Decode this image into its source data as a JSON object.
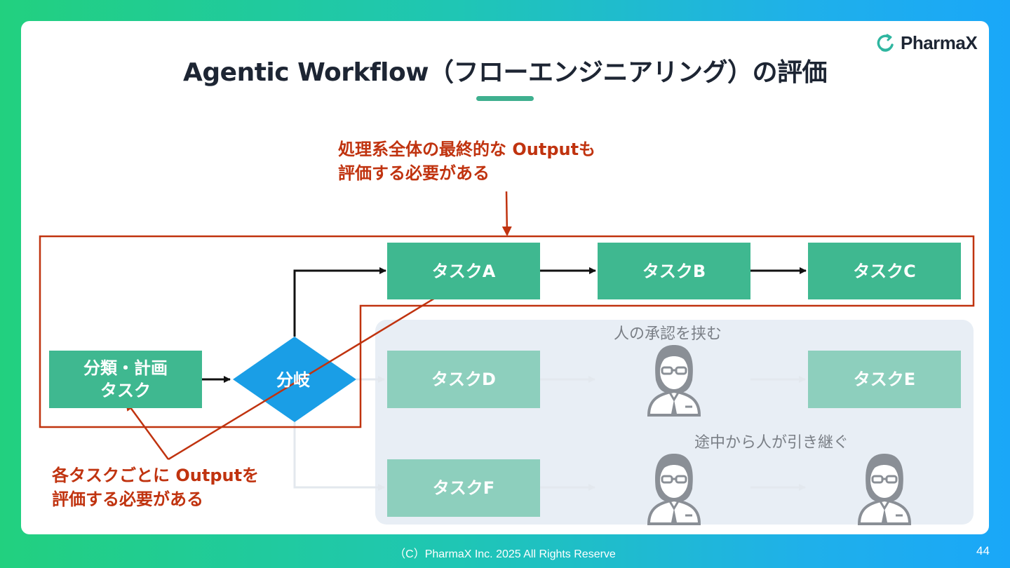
{
  "slide": {
    "title": "Agentic Workflow（フローエンジニアリング）の評価",
    "logo_text": "PharmaX",
    "footer": "（C）PharmaX Inc. 2025  All Rights Reserve",
    "page_number": "44"
  },
  "colors": {
    "task_green": "#3fb890",
    "task_faded": "#8dcfbd",
    "branch_blue": "#1a9ee6",
    "highlight_red": "#c0330f",
    "panel_gray": "#e8eef5"
  },
  "nodes": {
    "plan_task": "分類・計画\nタスク",
    "branch": "分岐",
    "task_a": "タスクA",
    "task_b": "タスクB",
    "task_c": "タスクC",
    "task_d": "タスクD",
    "task_e": "タスクE",
    "task_f": "タスクF"
  },
  "annotations": {
    "final_output_note": "処理系全体の最終的な  Outputも\n評価する必要がある",
    "each_task_note": "各タスクごとに Outputを\n評価する必要がある",
    "human_approval": "人の承認を挟む",
    "human_takeover": "途中から人が引き継ぐ"
  },
  "icons": [
    "person-icon",
    "pharmax-logo-icon"
  ]
}
